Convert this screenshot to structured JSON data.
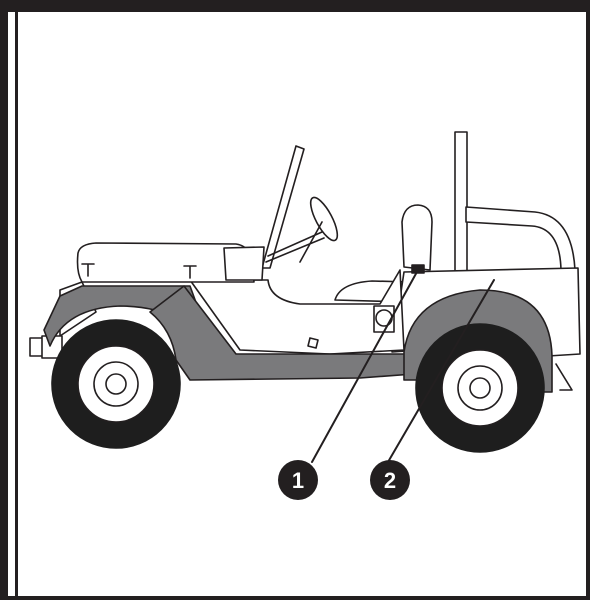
{
  "callouts": [
    {
      "id": "1",
      "label": "1"
    },
    {
      "id": "2",
      "label": "2"
    }
  ],
  "colors": {
    "ink": "#231f20",
    "body_fill": "#ffffff",
    "fender_gray": "#7a7a7c",
    "tire": "#1e1e1e",
    "callout_fill": "#231f20"
  }
}
